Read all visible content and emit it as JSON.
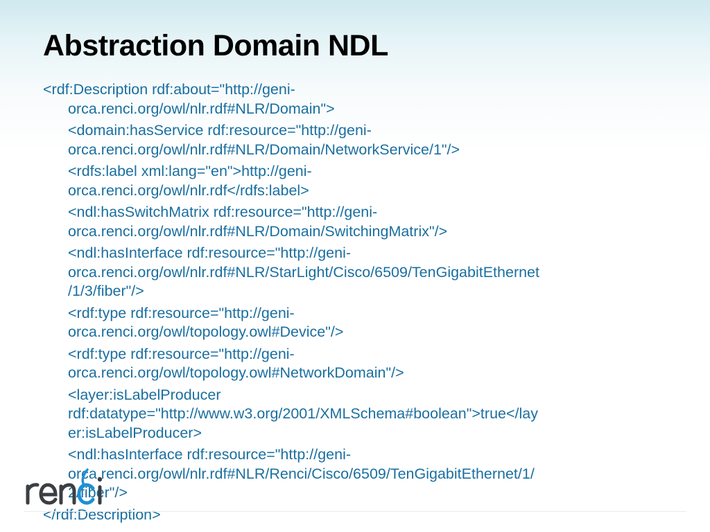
{
  "slide": {
    "title": "Abstraction Domain NDL",
    "items": [
      {
        "level": 0,
        "lines": [
          "<rdf:Description rdf:about=\"http://geni-",
          "orca.renci.org/owl/nlr.rdf#NLR/Domain\">"
        ]
      },
      {
        "level": 1,
        "lines": [
          "<domain:hasService rdf:resource=\"http://geni-",
          "orca.renci.org/owl/nlr.rdf#NLR/Domain/NetworkService/1\"/>"
        ]
      },
      {
        "level": 1,
        "lines": [
          "<rdfs:label xml:lang=\"en\">http://geni-",
          "orca.renci.org/owl/nlr.rdf</rdfs:label>"
        ]
      },
      {
        "level": 1,
        "lines": [
          "<ndl:hasSwitchMatrix rdf:resource=\"http://geni-",
          "orca.renci.org/owl/nlr.rdf#NLR/Domain/SwitchingMatrix\"/>"
        ]
      },
      {
        "level": 1,
        "lines": [
          "<ndl:hasInterface rdf:resource=\"http://geni-",
          "orca.renci.org/owl/nlr.rdf#NLR/StarLight/Cisco/6509/TenGigabitEthernet",
          "/1/3/fiber\"/>"
        ]
      },
      {
        "level": 1,
        "lines": [
          "<rdf:type rdf:resource=\"http://geni-",
          "orca.renci.org/owl/topology.owl#Device\"/>"
        ]
      },
      {
        "level": 1,
        "lines": [
          "<rdf:type rdf:resource=\"http://geni-",
          "orca.renci.org/owl/topology.owl#NetworkDomain\"/>"
        ]
      },
      {
        "level": 1,
        "lines": [
          "<layer:isLabelProducer",
          "rdf:datatype=\"http://www.w3.org/2001/XMLSchema#boolean\">true</lay",
          "er:isLabelProducer>"
        ]
      },
      {
        "level": 1,
        "lines": [
          "<ndl:hasInterface rdf:resource=\"http://geni-",
          "orca.renci.org/owl/nlr.rdf#NLR/Renci/Cisco/6509/TenGigabitEthernet/1/",
          "2/fiber\"/>"
        ]
      },
      {
        "level": 0,
        "lines": [
          "</rdf:Description>"
        ]
      }
    ]
  },
  "logo": {
    "text": "renci",
    "colors": {
      "letters": "#3b3f44",
      "accent": "#1f8fd6"
    }
  },
  "colors": {
    "title": "#000000",
    "body_text": "#1a6fa0"
  }
}
